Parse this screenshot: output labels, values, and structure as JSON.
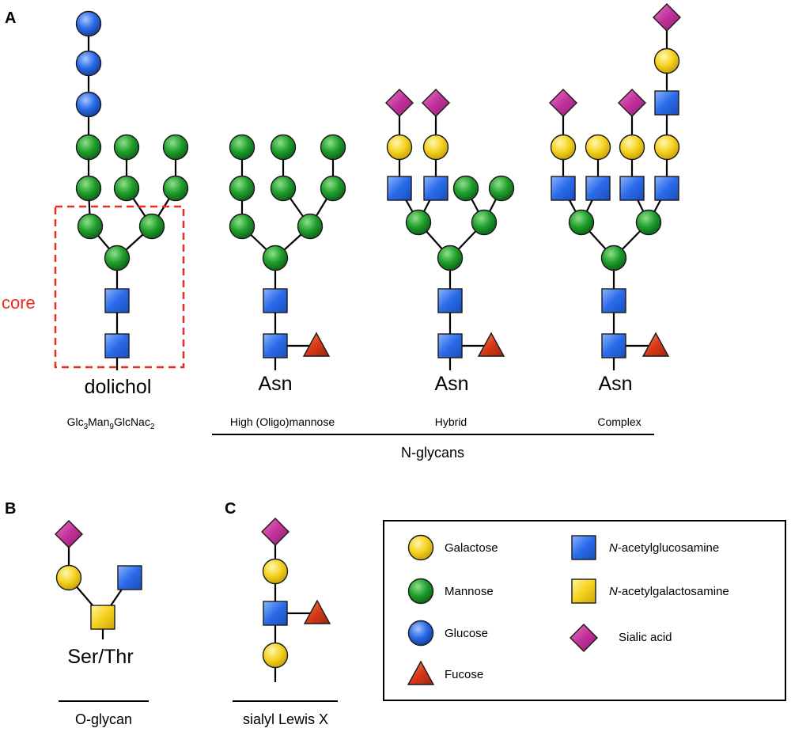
{
  "panels": {
    "a": "A",
    "b": "B",
    "c": "C"
  },
  "core_label": "core",
  "anchors": {
    "dolichol": "dolichol",
    "asn": "Asn",
    "ser_thr": "Ser/Thr"
  },
  "precursor_name": {
    "parts": [
      "Glc",
      "3",
      "Man",
      "9",
      "GlcNac",
      "2"
    ]
  },
  "nglycan_types": {
    "high_mannose": "High (Oligo)mannose",
    "hybrid": "Hybrid",
    "complex": "Complex"
  },
  "group_labels": {
    "n_glycans": "N-glycans",
    "o_glycan": "O-glycan",
    "sialyl_lewis_x": "sialyl Lewis X"
  },
  "legend": {
    "galactose": "Galactose",
    "mannose": "Mannose",
    "glucose": "Glucose",
    "fucose": "Fucose",
    "glcnac_prefix": "N",
    "glcnac_rest": "-acetylglucosamine",
    "galnac_prefix": "N",
    "galnac_rest": "-acetylgalactosamine",
    "sialic_acid": "Sialic acid"
  },
  "colors": {
    "galactose": "#f6d21f",
    "mannose": "#1f9e2c",
    "glucose": "#2a6bea",
    "fucose": "#d93a17",
    "glcnac": "#2a6bea",
    "galnac": "#f6d21f",
    "sialic_acid": "#c2319a",
    "core_box": "#ee2a1f"
  }
}
